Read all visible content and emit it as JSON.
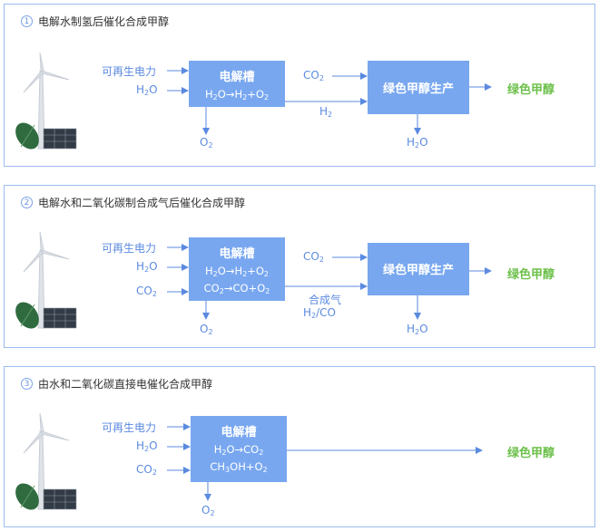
{
  "panels": [
    {
      "number": "1",
      "title": "电解水制氢后催化合成甲醇",
      "inputs": [
        "可再生电力",
        "H2O"
      ],
      "box1": {
        "title": "电解槽",
        "lines": [
          "H2O→H2+O2"
        ]
      },
      "box1_out": "O2",
      "mid_input": "CO2",
      "mid_label": [
        "H2"
      ],
      "box2": {
        "title": "绿色甲醇生产"
      },
      "box2_out": "H2O",
      "result": "绿色甲醇"
    },
    {
      "number": "2",
      "title": "电解水和二氧化碳制合成气后催化合成甲醇",
      "inputs": [
        "可再生电力",
        "H2O",
        "CO2"
      ],
      "box1": {
        "title": "电解槽",
        "lines": [
          "H2O→H2+O2",
          "CO2→CO+O2"
        ]
      },
      "box1_out": "O2",
      "mid_input": "CO2",
      "mid_label": [
        "合成气",
        "H2/CO"
      ],
      "box2": {
        "title": "绿色甲醇生产"
      },
      "box2_out": "H2O",
      "result": "绿色甲醇"
    },
    {
      "number": "3",
      "title": "由水和二氧化碳直接电催化合成甲醇",
      "inputs": [
        "可再生电力",
        "H2O",
        "CO2"
      ],
      "box1": {
        "title": "电解槽",
        "lines": [
          "H2O→CO2",
          "CH3OH+O2"
        ]
      },
      "box1_out": "O2",
      "result": "绿色甲醇"
    }
  ],
  "colors": {
    "border": "#9cbcf0",
    "box": "#78a7f0",
    "arrow": "#5b8ae0",
    "label": "#5b8ae0",
    "result": "#6cc04a"
  }
}
